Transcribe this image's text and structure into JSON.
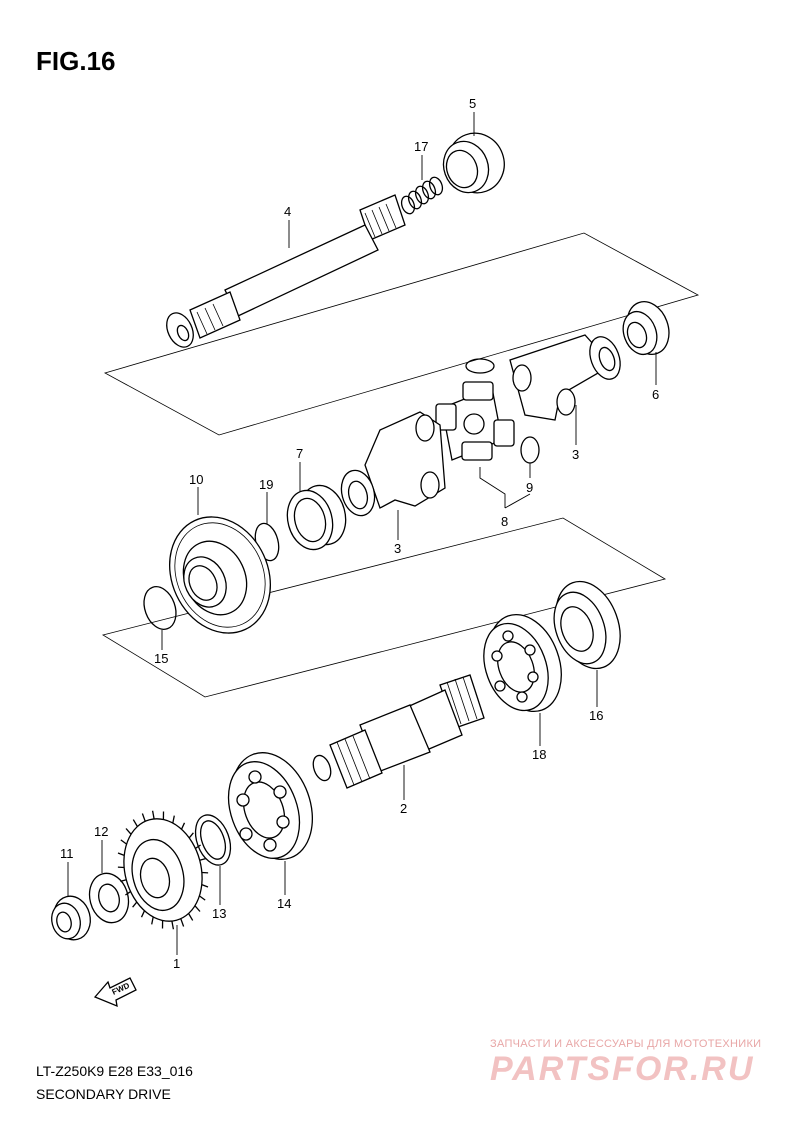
{
  "figure": {
    "title": "FIG.16",
    "model_code": "LT-Z250K9 E28 E33_016",
    "section_name": "SECONDARY DRIVE"
  },
  "fwd_arrow": {
    "label": "FWD"
  },
  "watermark": {
    "tagline": "ЗАПЧАСТИ И АКСЕССУАРЫ ДЛЯ МОТОТЕХНИКИ",
    "logo_text": "PARTSFOR.RU"
  },
  "callouts": [
    {
      "id": "c5",
      "label": "5"
    },
    {
      "id": "c17",
      "label": "17"
    },
    {
      "id": "c4",
      "label": "4"
    },
    {
      "id": "c6",
      "label": "6"
    },
    {
      "id": "c3a",
      "label": "3"
    },
    {
      "id": "c7",
      "label": "7"
    },
    {
      "id": "c19",
      "label": "19"
    },
    {
      "id": "c10",
      "label": "10"
    },
    {
      "id": "c3b",
      "label": "3"
    },
    {
      "id": "c9",
      "label": "9"
    },
    {
      "id": "c8",
      "label": "8"
    },
    {
      "id": "c15",
      "label": "15"
    },
    {
      "id": "c16",
      "label": "16"
    },
    {
      "id": "c18",
      "label": "18"
    },
    {
      "id": "c2",
      "label": "2"
    },
    {
      "id": "c12",
      "label": "12"
    },
    {
      "id": "c11",
      "label": "11"
    },
    {
      "id": "c13",
      "label": "13"
    },
    {
      "id": "c14",
      "label": "14"
    },
    {
      "id": "c1",
      "label": "1"
    }
  ]
}
